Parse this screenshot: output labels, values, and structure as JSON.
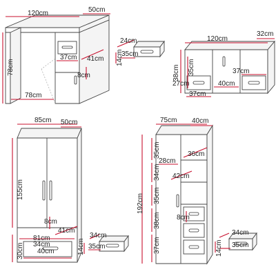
{
  "desk": {
    "width": "120cm",
    "depth": "50cm",
    "height": "78cm",
    "knee_width": "78cm",
    "cabinet_width": "37cm",
    "cabinet_depth": "41cm",
    "shelf_gap": "8cm",
    "drawer": {
      "width": "35cm",
      "depth": "24cm",
      "height": "14cm"
    }
  },
  "lowboard": {
    "width": "120cm",
    "depth": "32cm",
    "height": "38cm",
    "compartment_height": "35cm",
    "back_depth": "27cm",
    "drawer_width_left": "37cm",
    "center_width": "40cm",
    "drawer_width_right": "37cm"
  },
  "wardrobe": {
    "width": "85cm",
    "depth": "50cm",
    "height": "155cm",
    "inner_gap": "8cm",
    "inner_depth": "41cm",
    "inner_width": "81cm",
    "drawer_height_label": "34cm",
    "plinth_height": "30cm",
    "drawer_inner_width": "40cm",
    "drawer": {
      "width": "35cm",
      "depth": "34cm",
      "height": "14cm"
    }
  },
  "bookcase": {
    "width": "75cm",
    "depth": "40cm",
    "height": "192cm",
    "shelf_heights": [
      "35cm",
      "34cm",
      "35cm",
      "38cm",
      "37cm"
    ],
    "inner_width": "28cm",
    "shelf_depth": "36cm",
    "center_width": "42cm",
    "drawer_gap": "8cm",
    "drawer": {
      "width": "35cm",
      "depth": "34cm",
      "height": "14cm"
    }
  },
  "colors": {
    "dimension_line": "#c8102e",
    "outline": "#444444"
  }
}
